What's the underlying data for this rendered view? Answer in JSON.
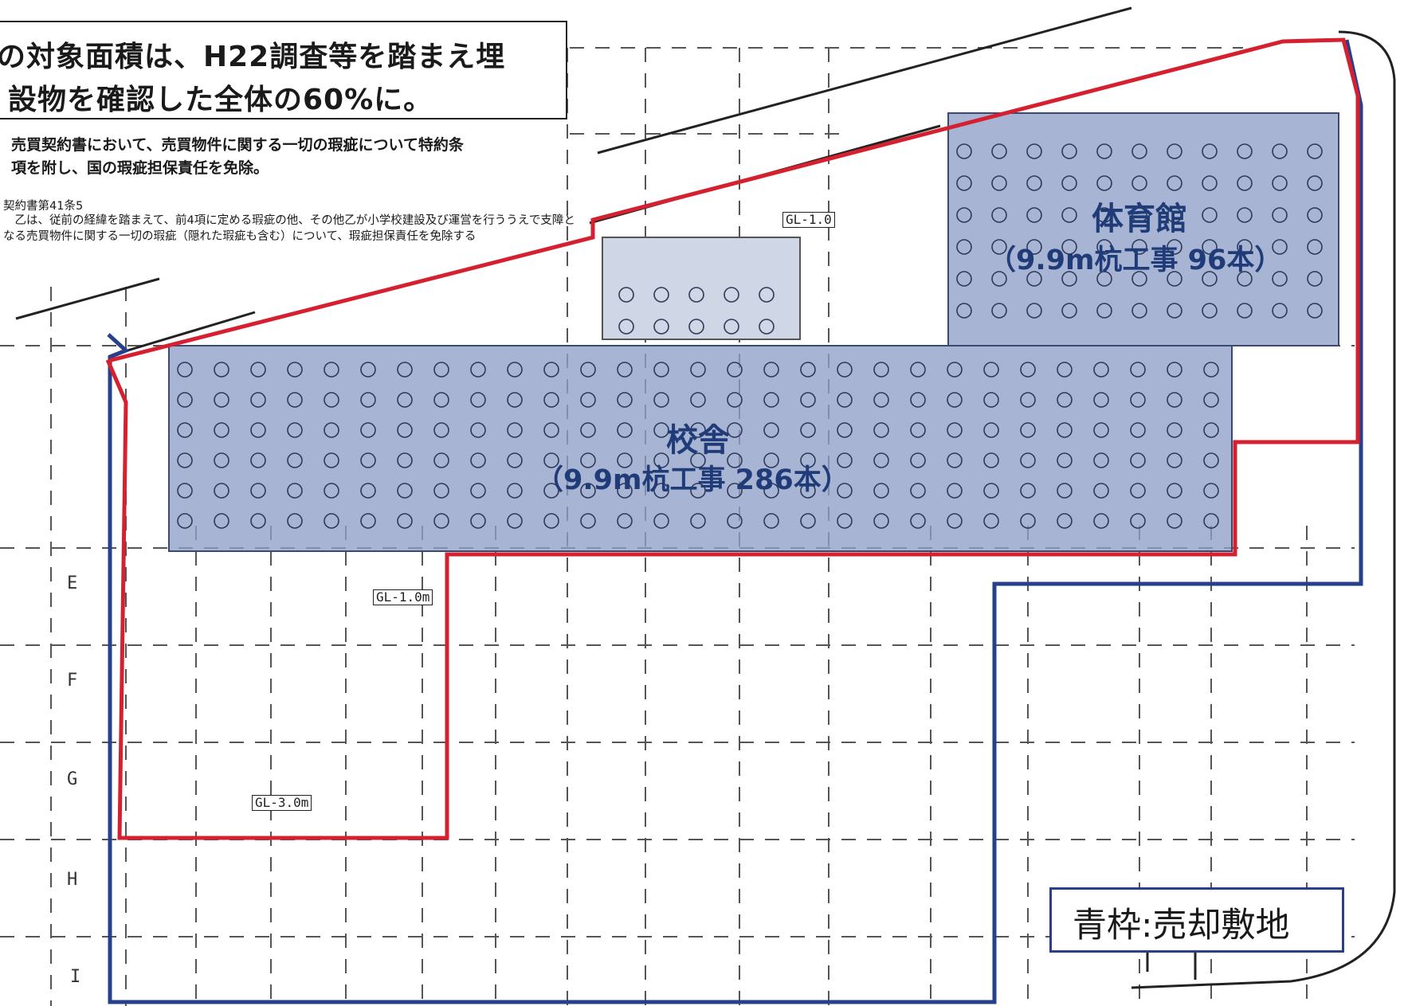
{
  "heading": {
    "line1": "の対象面積は、H22調査等を踏まえ埋",
    "line2": "設物を確認した全体の60%に。"
  },
  "note": {
    "line1": "売買契約書において、売買物件に関する一切の瑕疵について特約条",
    "line2": "項を附し、国の瑕疵担保責任を免除。"
  },
  "clause": {
    "title": "契約書第41条5",
    "text": "　乙は、従前の経緯を踏まえて、前4項に定める瑕疵の他、その他乙が小学校建設及び運営を行ううえで支障となる売買物件に関する一切の瑕疵（隠れた瑕疵も含む）について、瑕疵担保責任を免除する"
  },
  "buildings": {
    "gym": {
      "name": "体育館",
      "detail": "（9.9m杭工事 96本）"
    },
    "school": {
      "name": "校舎",
      "detail": "（9.9m杭工事 286本）"
    }
  },
  "legend": {
    "text": "青枠:売却敷地"
  },
  "ground_levels": {
    "a": "GL-1.0",
    "b": "GL-1.0m",
    "c": "GL-3.0m"
  },
  "grid_rows": [
    "E",
    "F",
    "G",
    "H",
    "I"
  ],
  "colors": {
    "red_outline": "#d4202f",
    "blue_outline": "#26408a",
    "building_fill": "#8e9fc7",
    "text_blue": "#1f3c78"
  }
}
